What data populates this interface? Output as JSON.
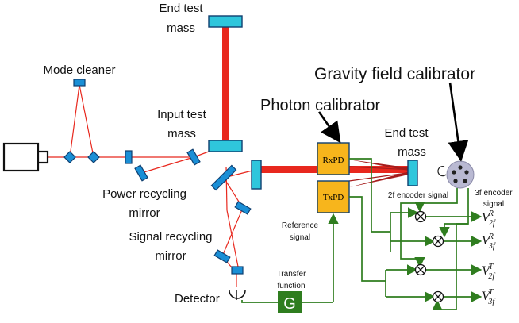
{
  "labels": {
    "end_test_mass_top_1": "End test",
    "end_test_mass_top_2": "mass",
    "mode_cleaner": "Mode cleaner",
    "input_test_mass_1": "Input test",
    "input_test_mass_2": "mass",
    "power_recycling_1": "Power recycling",
    "power_recycling_2": "mirror",
    "signal_recycling_1": "Signal recycling",
    "signal_recycling_2": "mirror",
    "detector": "Detector",
    "photon_calibrator": "Photon calibrator",
    "gravity_field_calibrator": "Gravity field calibrator",
    "end_test_mass_right_1": "End test",
    "end_test_mass_right_2": "mass",
    "rxpd": "RxPD",
    "txpd": "TxPD",
    "reference_signal_1": "Reference",
    "reference_signal_2": "signal",
    "transfer_function_1": "Transfer",
    "transfer_function_2": "function",
    "g_block": "G",
    "encoder_2f": "2f encoder signal",
    "encoder_3f_1": "3f encoder",
    "encoder_3f_2": "signal"
  },
  "outputs": [
    {
      "base": "V",
      "sub": "2f",
      "sup": "R"
    },
    {
      "base": "V",
      "sub": "3f",
      "sup": "R"
    },
    {
      "base": "V",
      "sub": "2f",
      "sup": "T"
    },
    {
      "base": "V",
      "sub": "3f",
      "sup": "T"
    }
  ],
  "colors": {
    "beam": "#e8281e",
    "mirror_fill": "#1a8fd6",
    "mirror_stroke": "#0f3f70",
    "cyan_mass": "#2fc6dc",
    "pd_fill": "#f7b51c",
    "green_signal": "#2f7d1f",
    "g_block": "#2f7d1f"
  }
}
